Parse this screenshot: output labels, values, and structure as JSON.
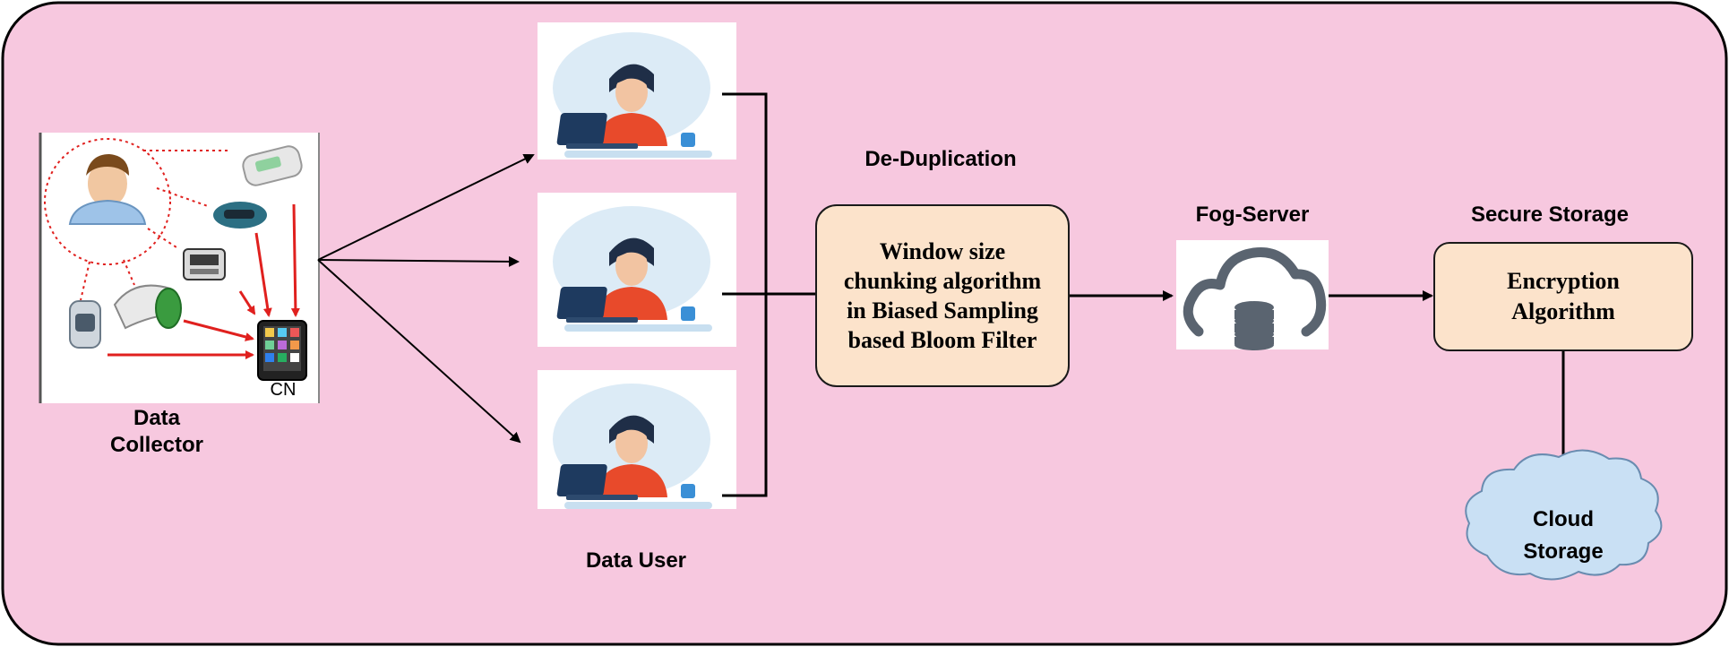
{
  "colors": {
    "background": "#f7c8df",
    "box_fill": "#fce3cb",
    "cloud_fill": "#c9e0f4",
    "arrow": "#000000",
    "red_arrow": "#e0201e",
    "person_shirt": "#e84a2b",
    "laptop": "#1e3a5f"
  },
  "collector": {
    "device_label": "CN",
    "label_line1": "Data",
    "label_line2": "Collector"
  },
  "users": {
    "label": "Data User",
    "count": 3
  },
  "dedup": {
    "title": "De-Duplication",
    "line1": "Window size",
    "line2": "chunking algorithm",
    "line3": "in Biased Sampling",
    "line4": "based Bloom Filter"
  },
  "fog": {
    "title": "Fog-Server",
    "icon": "cloud-database-icon"
  },
  "secure": {
    "title": "Secure Storage",
    "line1": "Encryption",
    "line2": "Algorithm"
  },
  "cloud_storage": {
    "line1": "Cloud",
    "line2": "Storage"
  }
}
